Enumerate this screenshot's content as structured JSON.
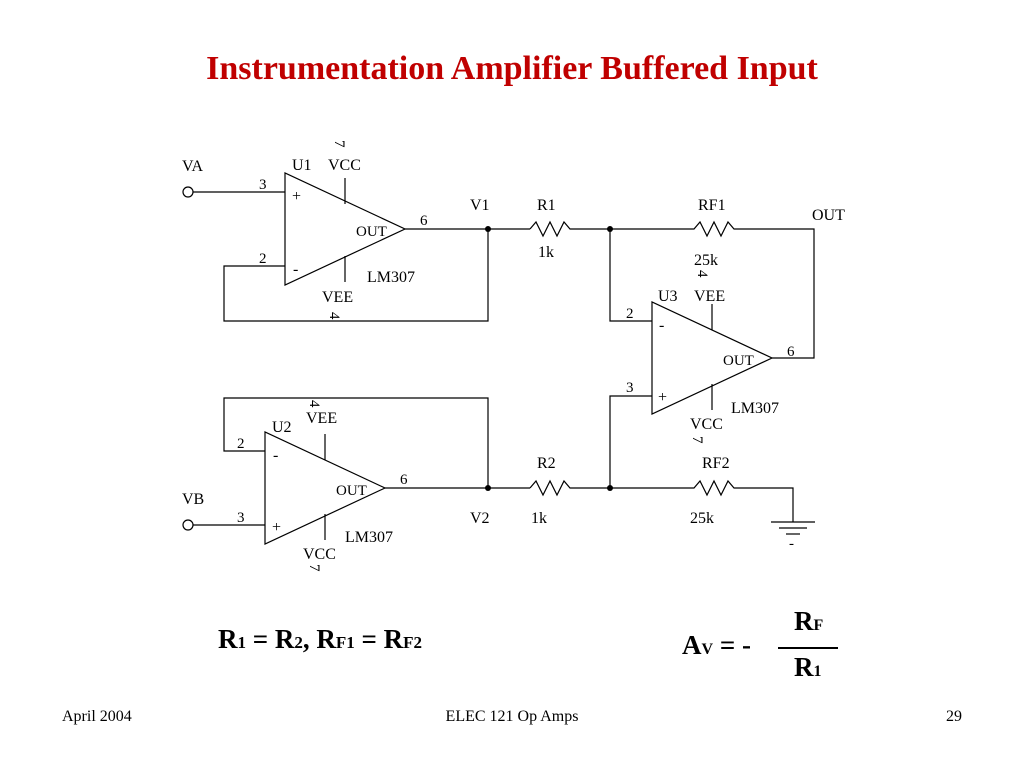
{
  "title": "Instrumentation Amplifier Buffered Input",
  "schematic": {
    "u1": {
      "ref": "U1",
      "supply_top": "VCC",
      "supply_bottom": "VEE",
      "out": "OUT",
      "part": "LM307",
      "pin_top_num": "7",
      "pin_bottom_num": "4",
      "plus": "+",
      "minus": "-"
    },
    "u2": {
      "ref": "U2",
      "supply_top": "VEE",
      "supply_bottom": "VCC",
      "out": "OUT",
      "part": "LM307",
      "pin_top_num": "4",
      "pin_bottom_num": "7",
      "plus": "+",
      "minus": "-"
    },
    "u3": {
      "ref": "U3",
      "supply_top": "VEE",
      "supply_bottom": "VCC",
      "out": "OUT",
      "part": "LM307",
      "pin_top_num": "4",
      "pin_bottom_num": "7",
      "plus": "+",
      "minus": "-"
    },
    "pins": {
      "u1_in_plus": "3",
      "u1_in_minus": "2",
      "u1_out": "6",
      "u2_in_minus": "2",
      "u2_in_plus": "3",
      "u2_out": "6",
      "u3_in_minus": "2",
      "u3_in_plus": "3",
      "u3_out": "6"
    },
    "nets": {
      "va": "VA",
      "vb": "VB",
      "v1": "V1",
      "v2": "V2",
      "out": "OUT"
    },
    "resistors": {
      "r1": {
        "ref": "R1",
        "value": "1k"
      },
      "r2": {
        "ref": "R2",
        "value": "1k"
      },
      "rf1": {
        "ref": "RF1",
        "value": "25k"
      },
      "rf2": {
        "ref": "RF2",
        "value": "25k"
      }
    },
    "ground_label": "-"
  },
  "equation_left": {
    "r": "R",
    "one": "1",
    "eq": " = ",
    "two": "2",
    "comma": ", ",
    "f1": "F1",
    "eq2": " = ",
    "f2": "F2"
  },
  "equation_right": {
    "a": "A",
    "v": "V",
    "eq": " = ",
    "minus": "-",
    "num_r": "R",
    "num_sub": "F",
    "den_r": "R",
    "den_sub": "1"
  },
  "footer": {
    "left": "April  2004",
    "center": "ELEC 121  Op Amps",
    "right": "29"
  }
}
